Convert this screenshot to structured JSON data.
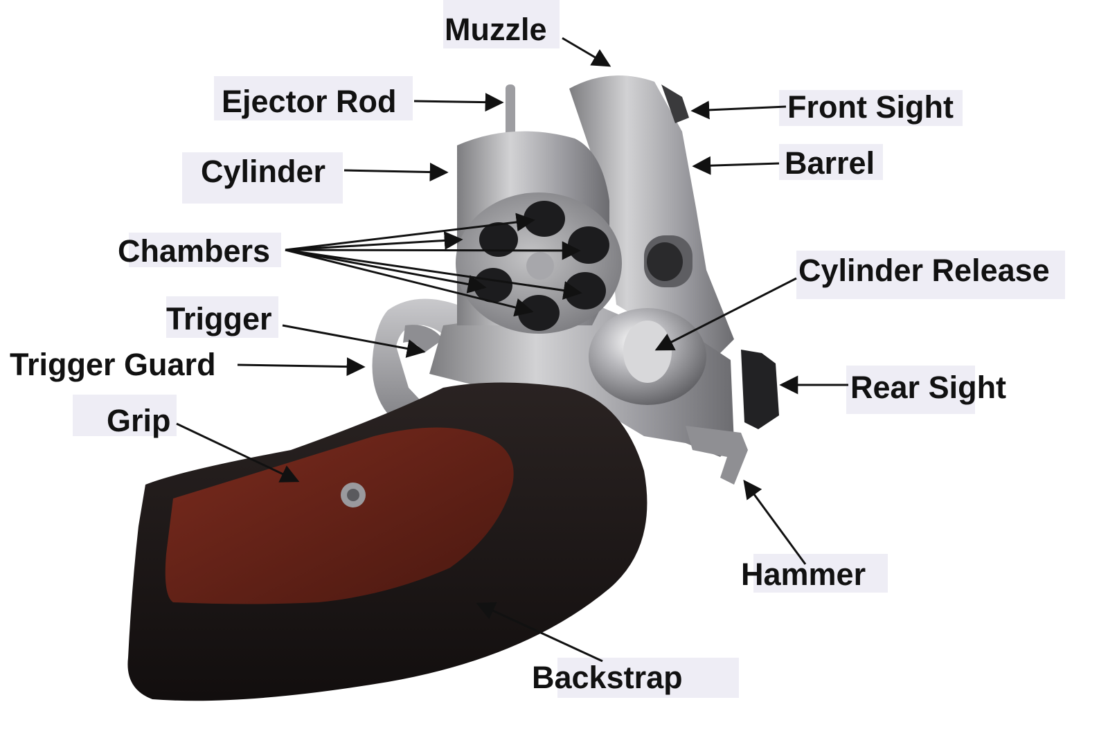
{
  "labels": {
    "muzzle": "Muzzle",
    "ejector_rod": "Ejector Rod",
    "front_sight": "Front Sight",
    "cylinder": "Cylinder",
    "barrel": "Barrel",
    "chambers": "Chambers",
    "cylinder_release": "Cylinder Release",
    "trigger": "Trigger",
    "trigger_guard": "Trigger Guard",
    "rear_sight": "Rear Sight",
    "grip": "Grip",
    "hammer": "Hammer",
    "backstrap": "Backstrap"
  },
  "colors": {
    "label_text": "#111111",
    "label_bg": "#eeedf5",
    "arrow": "#111111",
    "steel": "#a9a9a9",
    "grip_rubber": "#1c1716",
    "grip_wood": "#6a2318"
  }
}
